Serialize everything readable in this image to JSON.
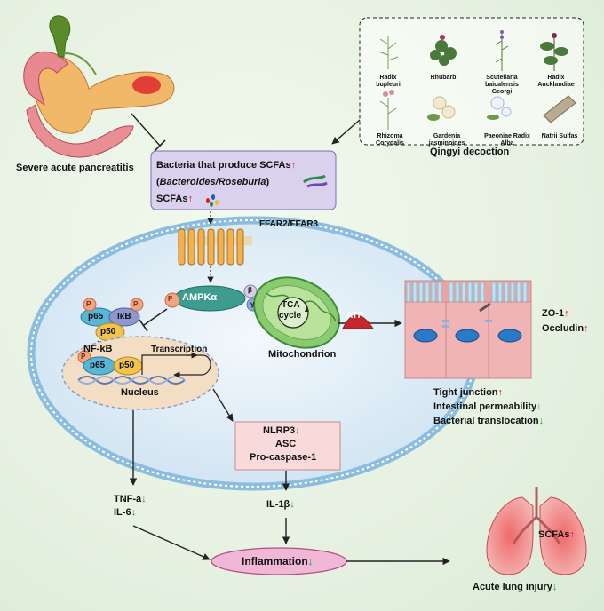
{
  "labels": {
    "sap": "Severe acute pancreatitis",
    "qingyi": "Qingyi decoction",
    "herbs": [
      "Radix bupleuri",
      "Rhubarb",
      "Scutellaria baicalensis Georgi",
      "Radix Aucklandiae",
      "Rhizoma Corydalis",
      "Gardenia jasminoides",
      "Paeoniae Radix Alba",
      "Natrii Sulfas"
    ],
    "bacteria_line1": "Bacteria that produce SCFAs",
    "bacteria_line2": "Bacteroides/Roseburia",
    "scfas": "SCFAs",
    "ffar": "FFAR2/FFAR3",
    "ampk": "AMPKα",
    "beta": "β",
    "gamma": "γ",
    "p": "P",
    "p65": "p65",
    "ikb": "IκB",
    "p50": "p50",
    "nfkb": "NF-kB",
    "transcription": "Transcription",
    "nucleus": "Nucleus",
    "tca1": "TCA",
    "tca2": "cycle",
    "mito": "Mitochondrion",
    "atp": "ATP",
    "zo1": "ZO-1",
    "occludin": "Occludin",
    "tight": "Tight junction",
    "perm": "Intestinal permeability",
    "transl": "Bacterial translocation",
    "nlrp3": "NLRP3",
    "asc": "ASC",
    "procasp": "Pro-caspase-1",
    "tnf": "TNF-a",
    "il6": "IL-6",
    "il1b": "IL-1β",
    "inflam": "Inflammation",
    "lung_scfas": "SCFAs",
    "ali": "Acute lung injury",
    "up_arrow": "↑",
    "down_arrow": "↓"
  },
  "colors": {
    "up": "#e0181c",
    "down": "#1c9a3a",
    "cell_fill": "#dcebf6",
    "cell_border": "#7fb2d6",
    "scfa_box": "#d9d1ee",
    "nlrp_box": "#f8dada",
    "inflam_fill": "#f1b7d6",
    "ampk": "#3e9b8f",
    "mito": "#6cba6a"
  }
}
